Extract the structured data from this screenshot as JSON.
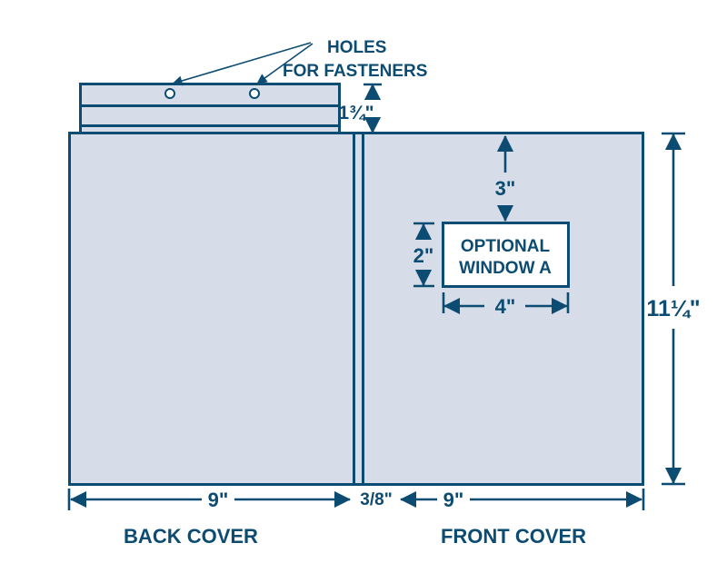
{
  "diagram": {
    "title": "Two Pocket Presentation Folder Dimension Diagram",
    "colors": {
      "panel_fill": "#d6dde9",
      "stroke": "#0d4c72",
      "window_fill": "#ffffff",
      "background": "#ffffff"
    },
    "annotations": {
      "holes_label_line1": "HOLES",
      "holes_label_line2": "FOR FASTENERS",
      "window_label_line1": "OPTIONAL",
      "window_label_line2": "WINDOW A",
      "back_cover_label": "BACK COVER",
      "front_cover_label": "FRONT COVER"
    },
    "dimensions": {
      "binding_strip_height": "1¾\"",
      "total_height": "11¼\"",
      "back_cover_width": "9\"",
      "spine_width": "3/8\"",
      "front_cover_width": "9\"",
      "window_top_offset": "3\"",
      "window_height": "2\"",
      "window_width": "4\""
    },
    "features": {
      "hole_count": 2,
      "binding_band_count": 3
    }
  }
}
